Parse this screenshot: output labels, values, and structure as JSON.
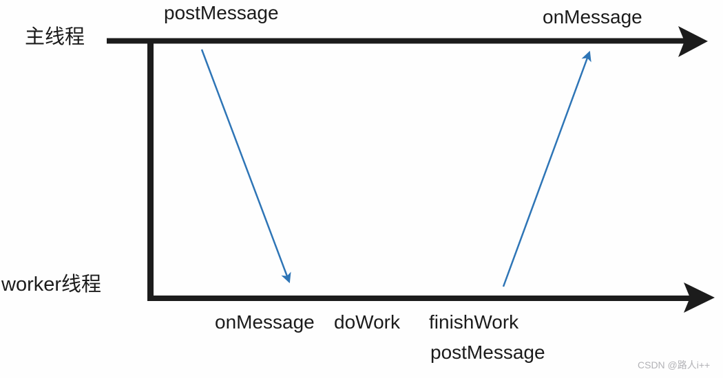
{
  "diagram": {
    "main_thread": {
      "label": "主线程",
      "post_message_label": "postMessage",
      "on_message_label": "onMessage"
    },
    "worker_thread": {
      "label": "worker线程",
      "on_message_label": "onMessage",
      "do_work_label": "doWork",
      "finish_work_label": "finishWork",
      "post_message_label": "postMessage"
    },
    "messages": [
      {
        "from": "main_thread",
        "to": "worker_thread"
      },
      {
        "from": "worker_thread",
        "to": "main_thread"
      }
    ],
    "colors": {
      "timeline": "#1c1c1c",
      "message_arrow": "#2e75b6"
    }
  },
  "watermark": {
    "text": "CSDN @路人i++"
  }
}
